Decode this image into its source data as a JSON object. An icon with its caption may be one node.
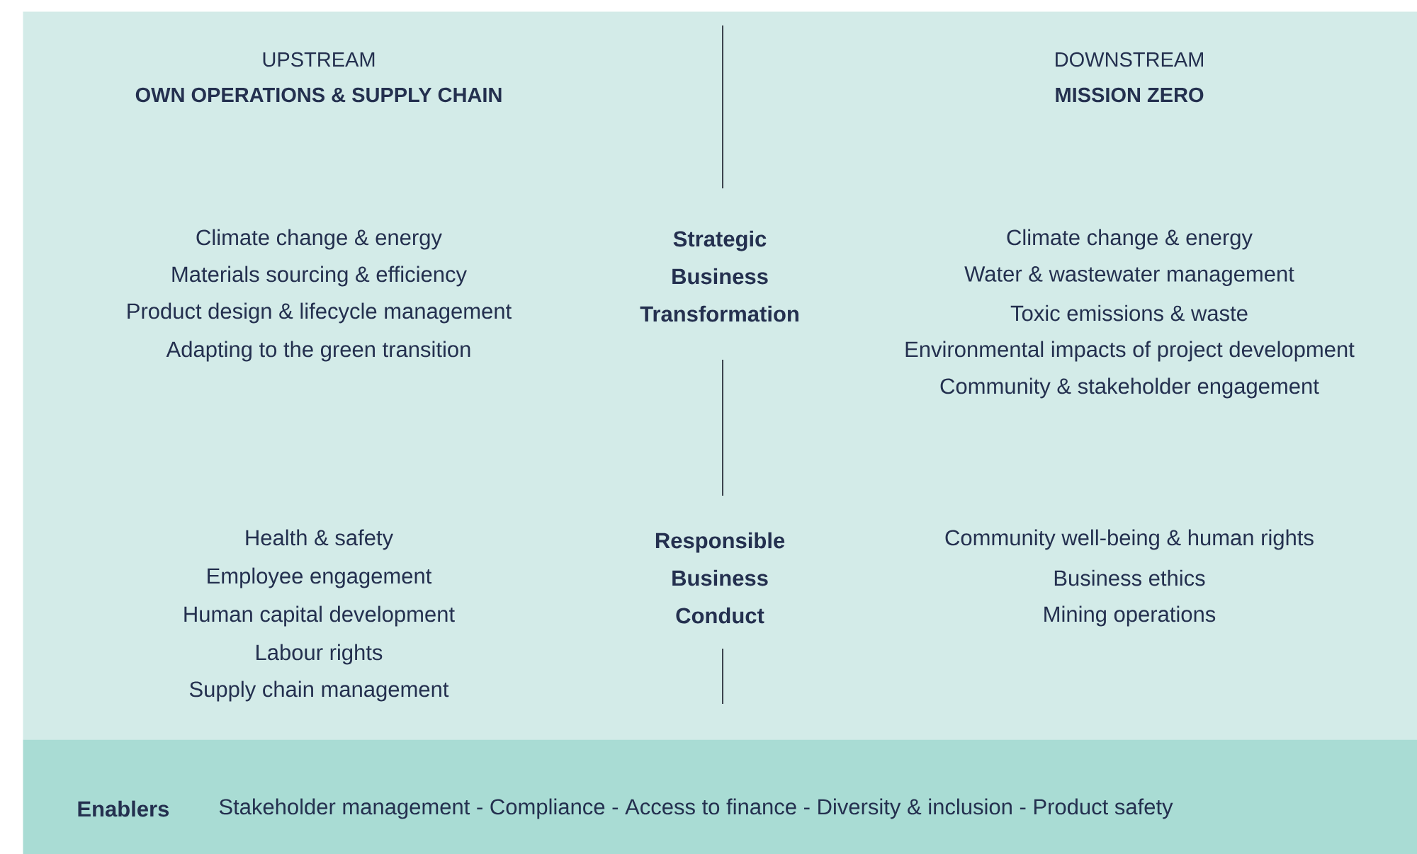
{
  "diagram": {
    "nodes": [
      {
        "text": [
          "UPSTREAM",
          "OWN OPERATIONS & SUPPLY CHAIN",
          "DOWNSTREAM",
          "MISSION ZERO",
          "Climate change & energy",
          "Materials sourcing & efficiency",
          "Product design & lifecycle management",
          "Adapting to the green transition",
          "Strategic Business Transformation",
          "Climate change & energy",
          "Water & wastewater management",
          "Toxic emissions & waste",
          "Environmental impacts of project development",
          "Community & stakeholder engagement",
          "Health & safety",
          "Employee engagement",
          "Human capital development",
          "Labour rights",
          "Supply chain management",
          "Responsible Business Conduct",
          "Community well-being & human rights",
          "Business ethics",
          "Mining operations"
        ]
      },
      {
        "text": [
          "Enablers",
          "Stakeholder management - Compliance - Access to finance - Diversity & inclusion - Product safety"
        ]
      }
    ],
    "edges": []
  }
}
